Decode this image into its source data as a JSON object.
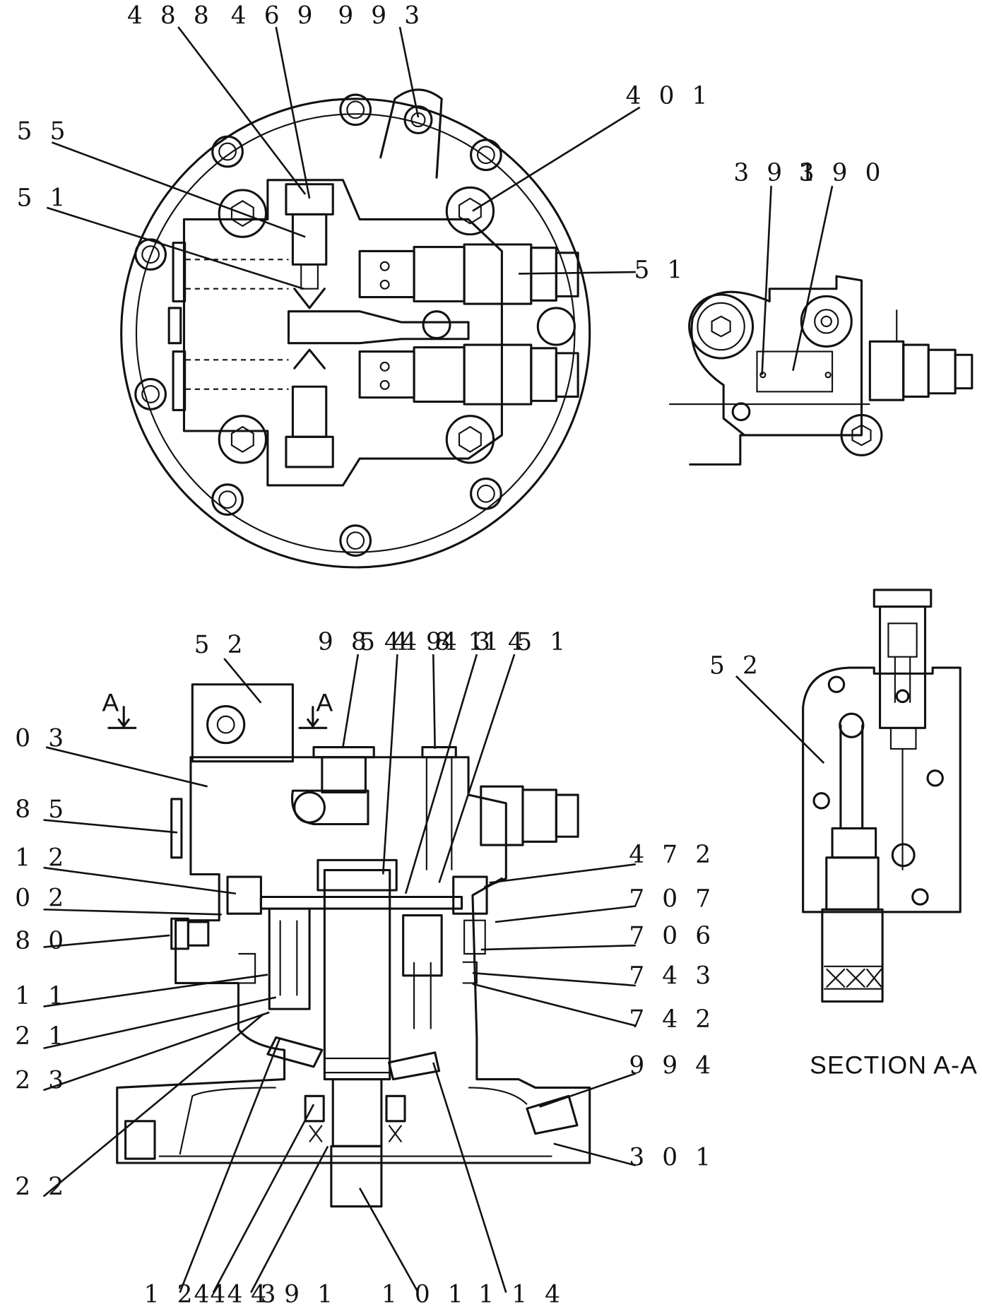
{
  "labels": {
    "top_view": [
      "4 8 8",
      "4 6 9",
      "9 9 3",
      "4 0 1",
      "5 5",
      "5 1",
      "5 1"
    ],
    "side_view": [
      "3 9 1",
      "3 9 0"
    ],
    "main_section_top": [
      "5 2",
      "9 8 4",
      "5 4 9",
      "4 8 1",
      "4 3 4",
      "1 5 1"
    ],
    "main_section_left": [
      "0 3",
      "8 5",
      "1 2",
      "0 2",
      "8 0",
      "1 1",
      "2 1",
      "2 3",
      "2 2"
    ],
    "main_section_right": [
      "4 7 2",
      "7 0 7",
      "7 0 6",
      "7 4 3",
      "7 4 2",
      "9 9 4",
      "3 0 1"
    ],
    "main_section_bottom": [
      "1 2 4",
      "4 4 3",
      "4 9 1",
      "1 0 1",
      "1 1 4"
    ],
    "section_view": [
      "5 2"
    ]
  },
  "section_marks": [
    "A",
    "A"
  ],
  "section_title": "SECTION   A-A"
}
